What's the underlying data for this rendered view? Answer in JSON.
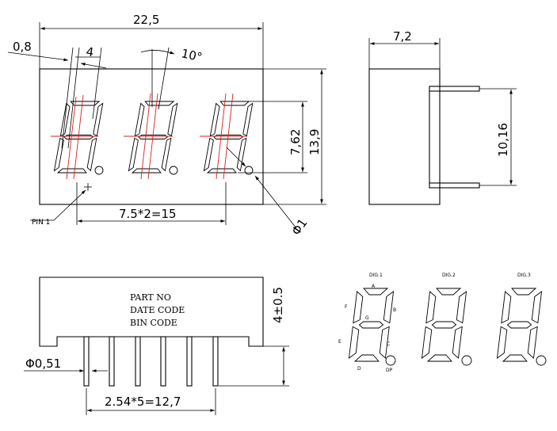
{
  "front_view": {
    "overall_width": "22,5",
    "segment_width": "0,8",
    "digit_width": "4",
    "slant_angle": "10°",
    "digit_height": "7,62",
    "overall_height": "13,9",
    "digit_pitch": "7.5*2=15",
    "dp_diameter": "Φ1",
    "pin_label": "PIN 1"
  },
  "side_view": {
    "depth": "7,2",
    "pin_row_spacing": "10,16"
  },
  "bottom_view": {
    "marking_lines": [
      "PART NO",
      "DATE CODE",
      "BIN  CODE"
    ],
    "pin_diameter": "Φ0,51",
    "pin_pitch": "2.54*5=12,7",
    "pin_length": "4±0.5"
  },
  "segment_diagram": {
    "digit_labels": [
      "DIG.1",
      "DIG.2",
      "DIG.3"
    ],
    "segment_labels": {
      "a": "A",
      "b": "B",
      "c": "C",
      "d": "D",
      "e": "E",
      "f": "F",
      "g": "G",
      "dp": "DP"
    }
  }
}
